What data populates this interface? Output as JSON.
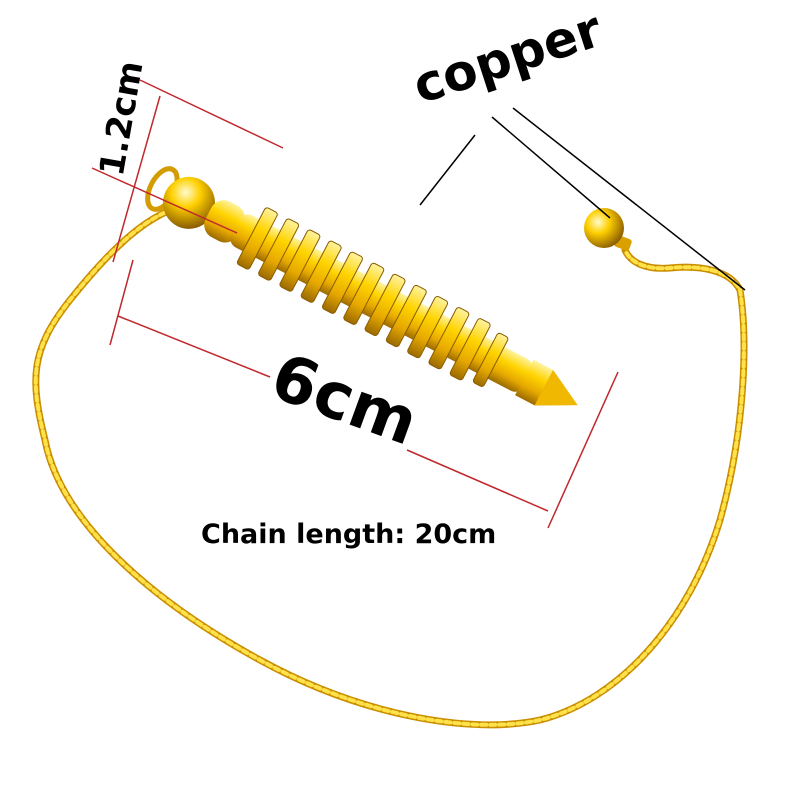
{
  "labels": {
    "material": "copper",
    "width": "1.2cm",
    "length": "6cm",
    "chain": "Chain length: 20cm"
  },
  "colors": {
    "gold": "#f2c400",
    "gold_light": "#ffef6a",
    "gold_dark": "#b07a00",
    "chain": "#e0a800",
    "dimension_line": "#c0282d",
    "callout_line": "#000000",
    "text": "#000000",
    "background": "#ffffff"
  }
}
